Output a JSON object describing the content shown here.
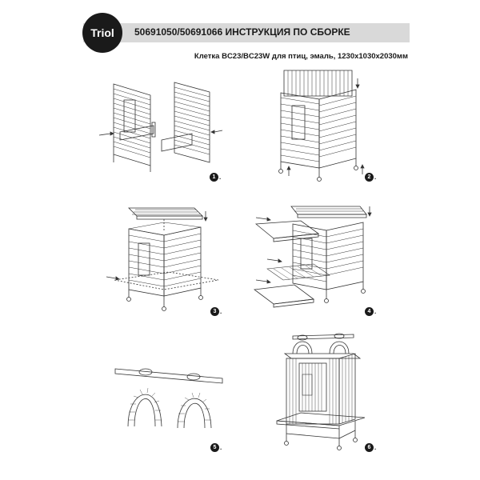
{
  "header": {
    "logo_text": "Triol",
    "title": "50691050/50691066 ИНСТРУКЦИЯ ПО СБОРКЕ",
    "subtitle": "Клетка BC23/BC23W для птиц, эмаль, 1230х1030х2030мм"
  },
  "steps": [
    {
      "number": "1",
      "suffix": "."
    },
    {
      "number": "2",
      "suffix": "."
    },
    {
      "number": "3",
      "suffix": "."
    },
    {
      "number": "4",
      "suffix": "."
    },
    {
      "number": "5",
      "suffix": "."
    },
    {
      "number": "6",
      "suffix": "."
    }
  ]
}
